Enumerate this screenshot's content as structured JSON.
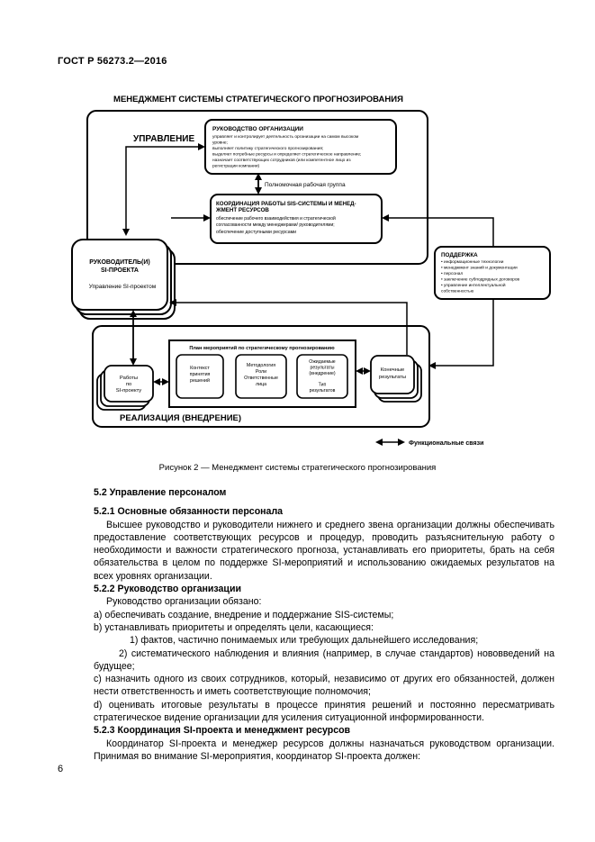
{
  "header": {
    "standard": "ГОСТ Р 56273.2—2016"
  },
  "diagram": {
    "title": "МЕНЕДЖМЕНТ СИСТЕМЫ СТРАТЕГИЧЕСКОГО ПРОГНОЗИРОВАНИЯ",
    "management_label": "УПРАВЛЕНИЕ",
    "top_mgmt": {
      "title": "РУКОВОДСТВО ОРГАНИЗАЦИИ",
      "lines": [
        "управляет и контролирует деятельность организации на самом высоком",
        "уровне;",
        "выполняет политику стратегического прогнозирования;",
        "выделяет потребные ресурсы и определяет стратегическое направление;",
        "назначает соответствующих сотрудников (или компетентное лицо из",
        "регистрации компании)"
      ]
    },
    "working_group": "Полномочная рабочая группа",
    "coord": {
      "title_1": "КООРДИНАЦИЯ РАБОТЫ SIS-СИСТЕМЫ И МЕНЕД-",
      "title_2": "ЖМЕНТ РЕСУРСОВ",
      "lines": [
        "обеспечение рабочего взаимодействия и стратегической",
        "согласованности между менеджерами/ руководителями;",
        "обеспечение доступными ресурсами"
      ]
    },
    "leaders": {
      "line1": "РУКОВОДИТЕЛЬ(И)",
      "line2": "SI-ПРОЕКТА",
      "line3": "Управление SI-проектом"
    },
    "support": {
      "title": "ПОДДЕРЖКА",
      "items": [
        "• информационные технологии",
        "• менеджмент знаний и документации",
        "• персонал",
        "• заключение субподрядных договоров",
        "• управление интеллектуальной",
        "  собственностью"
      ]
    },
    "impl_label": "РЕАЛИЗАЦИЯ (ВНЕДРЕНИЕ)",
    "work_box": {
      "line1": "Работы",
      "line2": "по",
      "line3": "SI-проекту"
    },
    "plan_title": "План мероприятий по стратегическому прогнозированию",
    "plan_items": [
      {
        "lines": [
          "Контекст",
          "принятия",
          "решений"
        ]
      },
      {
        "lines": [
          "Методология",
          "Роли",
          "Ответственные",
          "лица"
        ]
      },
      {
        "lines": [
          "Ожидаемые",
          "результаты",
          "(внедрение)",
          "",
          "Тип",
          "результатов"
        ]
      }
    ],
    "final": {
      "line1": "Конечные",
      "line2": "результаты"
    },
    "legend": "Функциональные связи"
  },
  "caption": "Рисунок 2 — Менеджмент системы стратегического прогнозирования",
  "body": {
    "s52": "5.2 Управление персоналом",
    "s521": "5.2.1 Основные обязанности персонала",
    "p1": "Высшее руководство и руководители нижнего и среднего звена организации должны обеспечивать предоставление соответствующих ресурсов и процедур, проводить разъяснительную работу о необходимости и важности стратегического прогноза, устанавливать его приоритеты, брать на себя обязательства в целом по поддержке SI-мероприятий и использованию ожидаемых результатов на всех уровнях организации.",
    "s522": "5.2.2 Руководство организации",
    "p2": "Руководство организации обязано:",
    "a": "а) обеспечивать создание, внедрение и поддержание SIS-системы;",
    "b": "b) устанавливать приоритеты и определять цели, касающиеся:",
    "b1": "1) фактов, частично понимаемых или требующих дальнейшего исследования;",
    "b2": "2) систематического наблюдения и влияния (например, в случае стандартов) нововведений на будущее;",
    "c": "c) назначить одного из своих сотрудников, который, независимо от других его обязанностей, должен нести ответственность и иметь соответствующие полномочия;",
    "d": "d) оценивать итоговые результаты в процессе принятия решений и постоянно пересматривать стратегическое видение организации для усиления ситуационной информированности.",
    "s523": "5.2.3 Координация SI-проекта и менеджмент ресурсов",
    "p3": "Координатор SI-проекта и менеджер ресурсов должны назначаться руководством организации. Принимая во внимание SI-мероприятия, координатор SI-проекта должен:"
  },
  "page_number": "6"
}
